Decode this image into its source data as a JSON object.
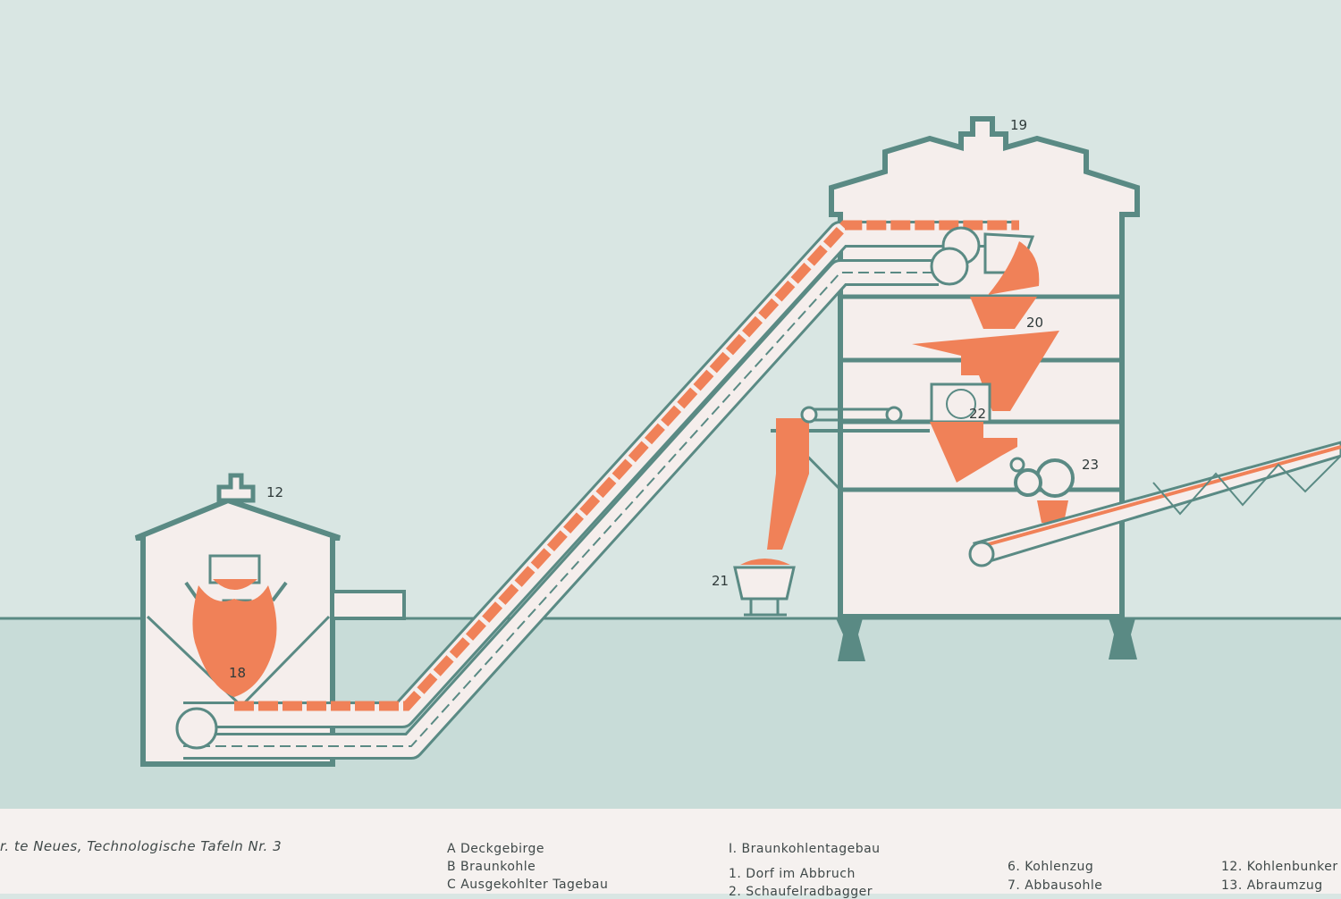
{
  "diagram": {
    "labels": {
      "n12": "12",
      "n18": "18",
      "n19": "19",
      "n20": "20",
      "n21": "21",
      "n22": "22",
      "n23": "23"
    }
  },
  "legend": {
    "series_title": "r. te Neues, Technologische Tafeln Nr. 3",
    "col_letters": [
      "A  Deckgebirge",
      "B  Braunkohle",
      "C  Ausgekohlter Tagebau"
    ],
    "col_section": [
      "I.  Braunkohlentagebau",
      "1.  Dorf im Abbruch",
      "2.  Schaufelradbagger"
    ],
    "col_mid": [
      "6.  Kohlenzug",
      "7.  Abbausohle"
    ],
    "col_right": [
      "12.  Kohlenbunker",
      "13.  Abraumzug"
    ]
  },
  "colors": {
    "background": "#d9e6e3",
    "building_fill": "#f5eeec",
    "outline": "#5a8a84",
    "coal": "#f08158",
    "ground": "#c8dcd8",
    "legend_bg": "#f5f1ef"
  }
}
